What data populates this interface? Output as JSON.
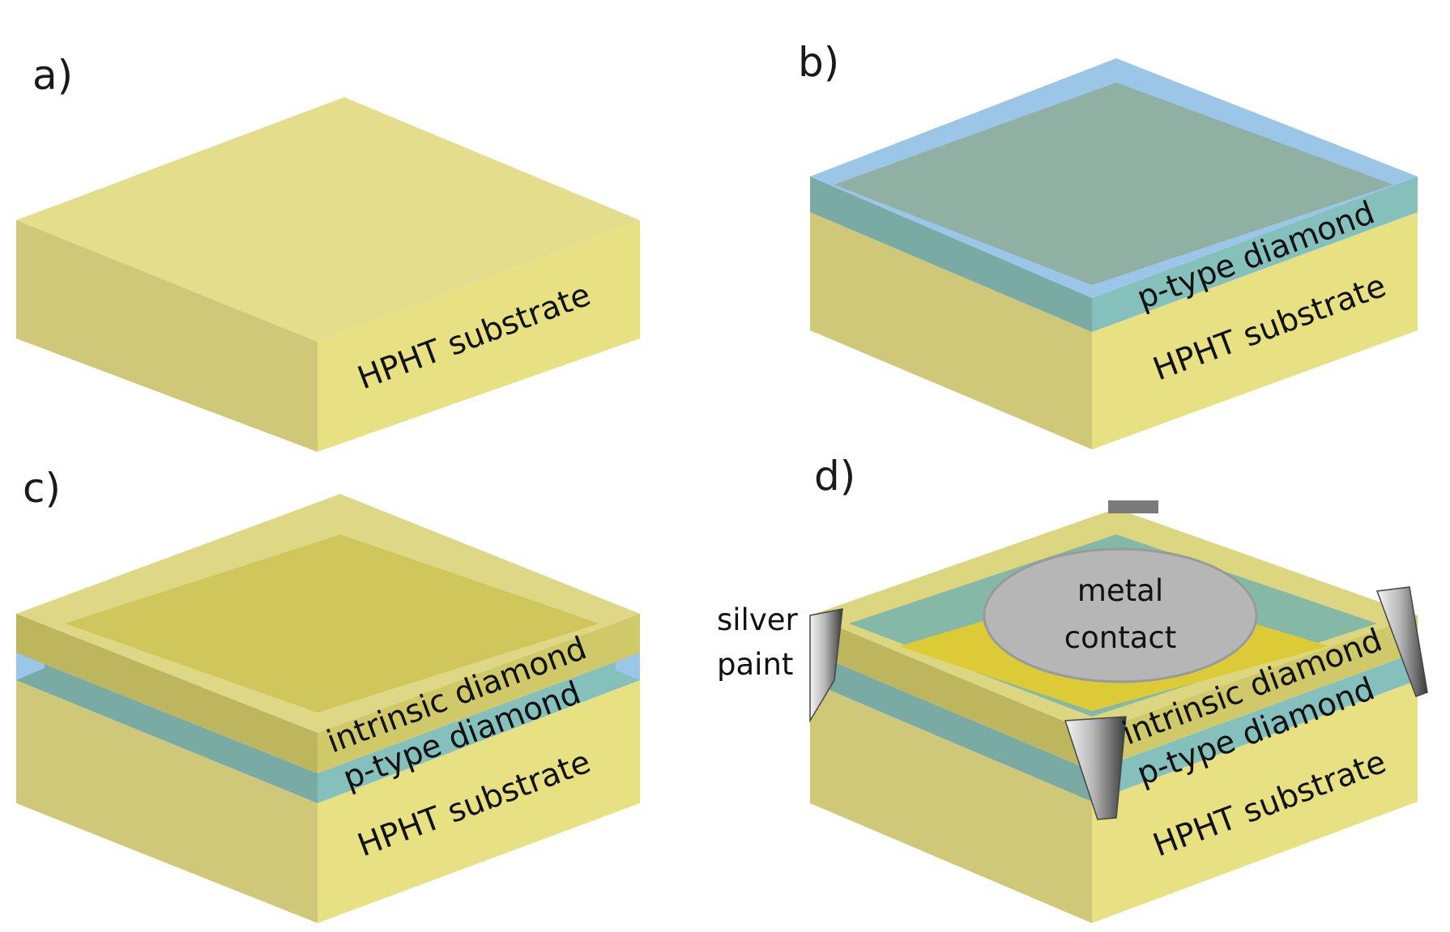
{
  "colors": {
    "substrate_top": "#e3dd8c",
    "substrate_front": "#e7e184",
    "substrate_side": "#cfc878",
    "ptype_top": "#8fb0a2",
    "ptype_front": "#86c0bd",
    "ptype_side": "#79aaa3",
    "ptype_rim": "#9bc6e8",
    "intrinsic_glass": "#c9c24e",
    "intrinsic_core": "#dccb36",
    "contact": "#b6b6b6",
    "paint": "#7a7a7a"
  },
  "panels": {
    "a": {
      "label": "a)",
      "layers": [
        "HPHT substrate"
      ]
    },
    "b": {
      "label": "b)",
      "layers": [
        "p-type diamond",
        "HPHT substrate"
      ]
    },
    "c": {
      "label": "c)",
      "layers": [
        "intrinsic diamond",
        "p-type diamond",
        "HPHT substrate"
      ]
    },
    "d": {
      "label": "d)",
      "layers": [
        "intrinsic diamond",
        "p-type diamond",
        "HPHT substrate"
      ],
      "contact_label_line1": "metal",
      "contact_label_line2": "contact",
      "paint_label_line1": "silver",
      "paint_label_line2": "paint"
    }
  }
}
